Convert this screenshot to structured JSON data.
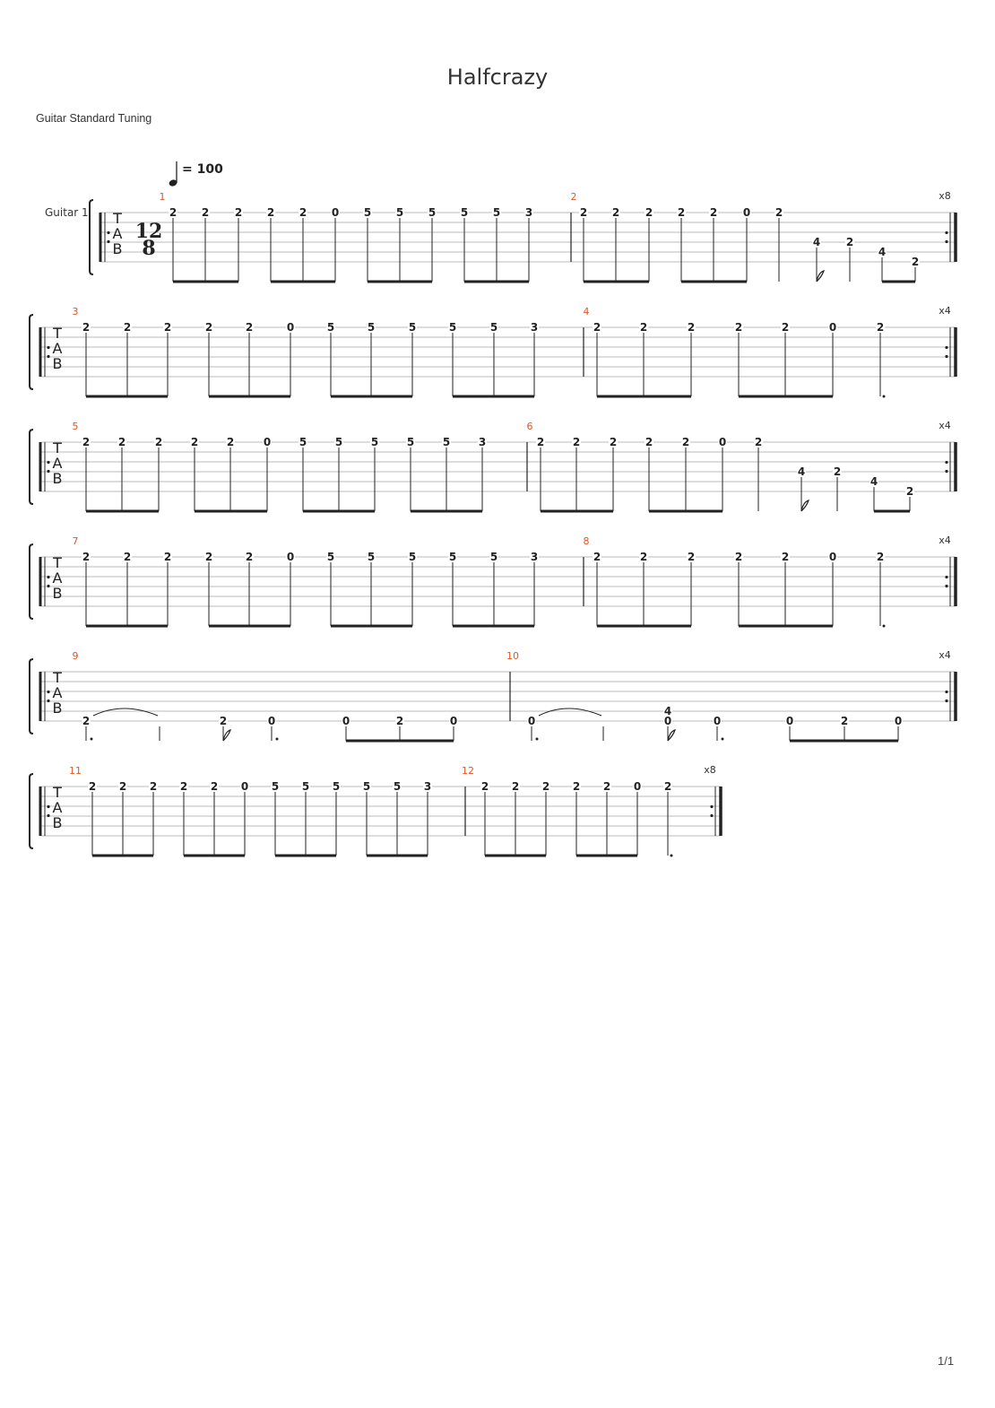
{
  "title": "Halfcrazy",
  "tuning": "Guitar Standard Tuning",
  "instrument": "Guitar 1",
  "tempo": {
    "equals": "= 100"
  },
  "time_signature": {
    "top": "12",
    "bottom": "8"
  },
  "tab_clef": [
    "T",
    "A",
    "B"
  ],
  "page_number": "1/1",
  "colors": {
    "measure_number": "#e8541e",
    "staff_line": "#bbbbbb",
    "ink": "#222222"
  },
  "patterns": {
    "A": [
      {
        "f": "2",
        "s": 1
      },
      {
        "f": "2",
        "s": 1
      },
      {
        "f": "2",
        "s": 1
      },
      {
        "f": "2",
        "s": 1
      },
      {
        "f": "2",
        "s": 1
      },
      {
        "f": "0",
        "s": 1
      },
      {
        "f": "5",
        "s": 1
      },
      {
        "f": "5",
        "s": 1
      },
      {
        "f": "5",
        "s": 1
      },
      {
        "f": "5",
        "s": 1
      },
      {
        "f": "5",
        "s": 1
      },
      {
        "f": "3",
        "s": 1
      }
    ],
    "B1": [
      {
        "f": "2",
        "s": 1
      },
      {
        "f": "2",
        "s": 1
      },
      {
        "f": "2",
        "s": 1
      },
      {
        "f": "2",
        "s": 1
      },
      {
        "f": "2",
        "s": 1
      },
      {
        "f": "0",
        "s": 1
      },
      {
        "f": "2",
        "s": 1
      },
      {
        "f": "4",
        "s": 4
      },
      {
        "f": "2",
        "s": 4
      },
      {
        "f": "4",
        "s": 5
      },
      {
        "f": "2",
        "s": 6
      }
    ],
    "B2": [
      {
        "f": "2",
        "s": 1
      },
      {
        "f": "2",
        "s": 1
      },
      {
        "f": "2",
        "s": 1
      },
      {
        "f": "2",
        "s": 1
      },
      {
        "f": "2",
        "s": 1
      },
      {
        "f": "0",
        "s": 1
      },
      {
        "f": "2",
        "s": 1
      }
    ],
    "C9": [
      {
        "f": "2",
        "s": 6
      },
      {
        "f": "2",
        "s": 6
      },
      {
        "f": "0",
        "s": 6
      },
      {
        "f": "0",
        "s": 6
      },
      {
        "f": "2",
        "s": 6
      },
      {
        "f": "0",
        "s": 6
      }
    ],
    "C10": [
      {
        "f": "0",
        "s": 6
      },
      {
        "f": "4",
        "s": 5
      },
      {
        "f": "0",
        "s": 6
      },
      {
        "f": "0",
        "s": 6
      },
      {
        "f": "0",
        "s": 6
      },
      {
        "f": "2",
        "s": 6
      },
      {
        "f": "0",
        "s": 6
      }
    ]
  },
  "systems": [
    {
      "measures": [
        {
          "number": "1",
          "pattern": "A"
        },
        {
          "number": "2",
          "pattern": "B1"
        }
      ],
      "repeat": "x8"
    },
    {
      "measures": [
        {
          "number": "3",
          "pattern": "A"
        },
        {
          "number": "4",
          "pattern": "B2"
        }
      ],
      "repeat": "x4"
    },
    {
      "measures": [
        {
          "number": "5",
          "pattern": "A"
        },
        {
          "number": "6",
          "pattern": "B1"
        }
      ],
      "repeat": "x4"
    },
    {
      "measures": [
        {
          "number": "7",
          "pattern": "A"
        },
        {
          "number": "8",
          "pattern": "B2"
        }
      ],
      "repeat": "x4"
    },
    {
      "measures": [
        {
          "number": "9",
          "pattern": "C9"
        },
        {
          "number": "10",
          "pattern": "C10"
        }
      ],
      "repeat": "x4"
    },
    {
      "measures": [
        {
          "number": "11",
          "pattern": "A"
        },
        {
          "number": "12",
          "pattern": "B2"
        }
      ],
      "repeat": "x8"
    }
  ]
}
